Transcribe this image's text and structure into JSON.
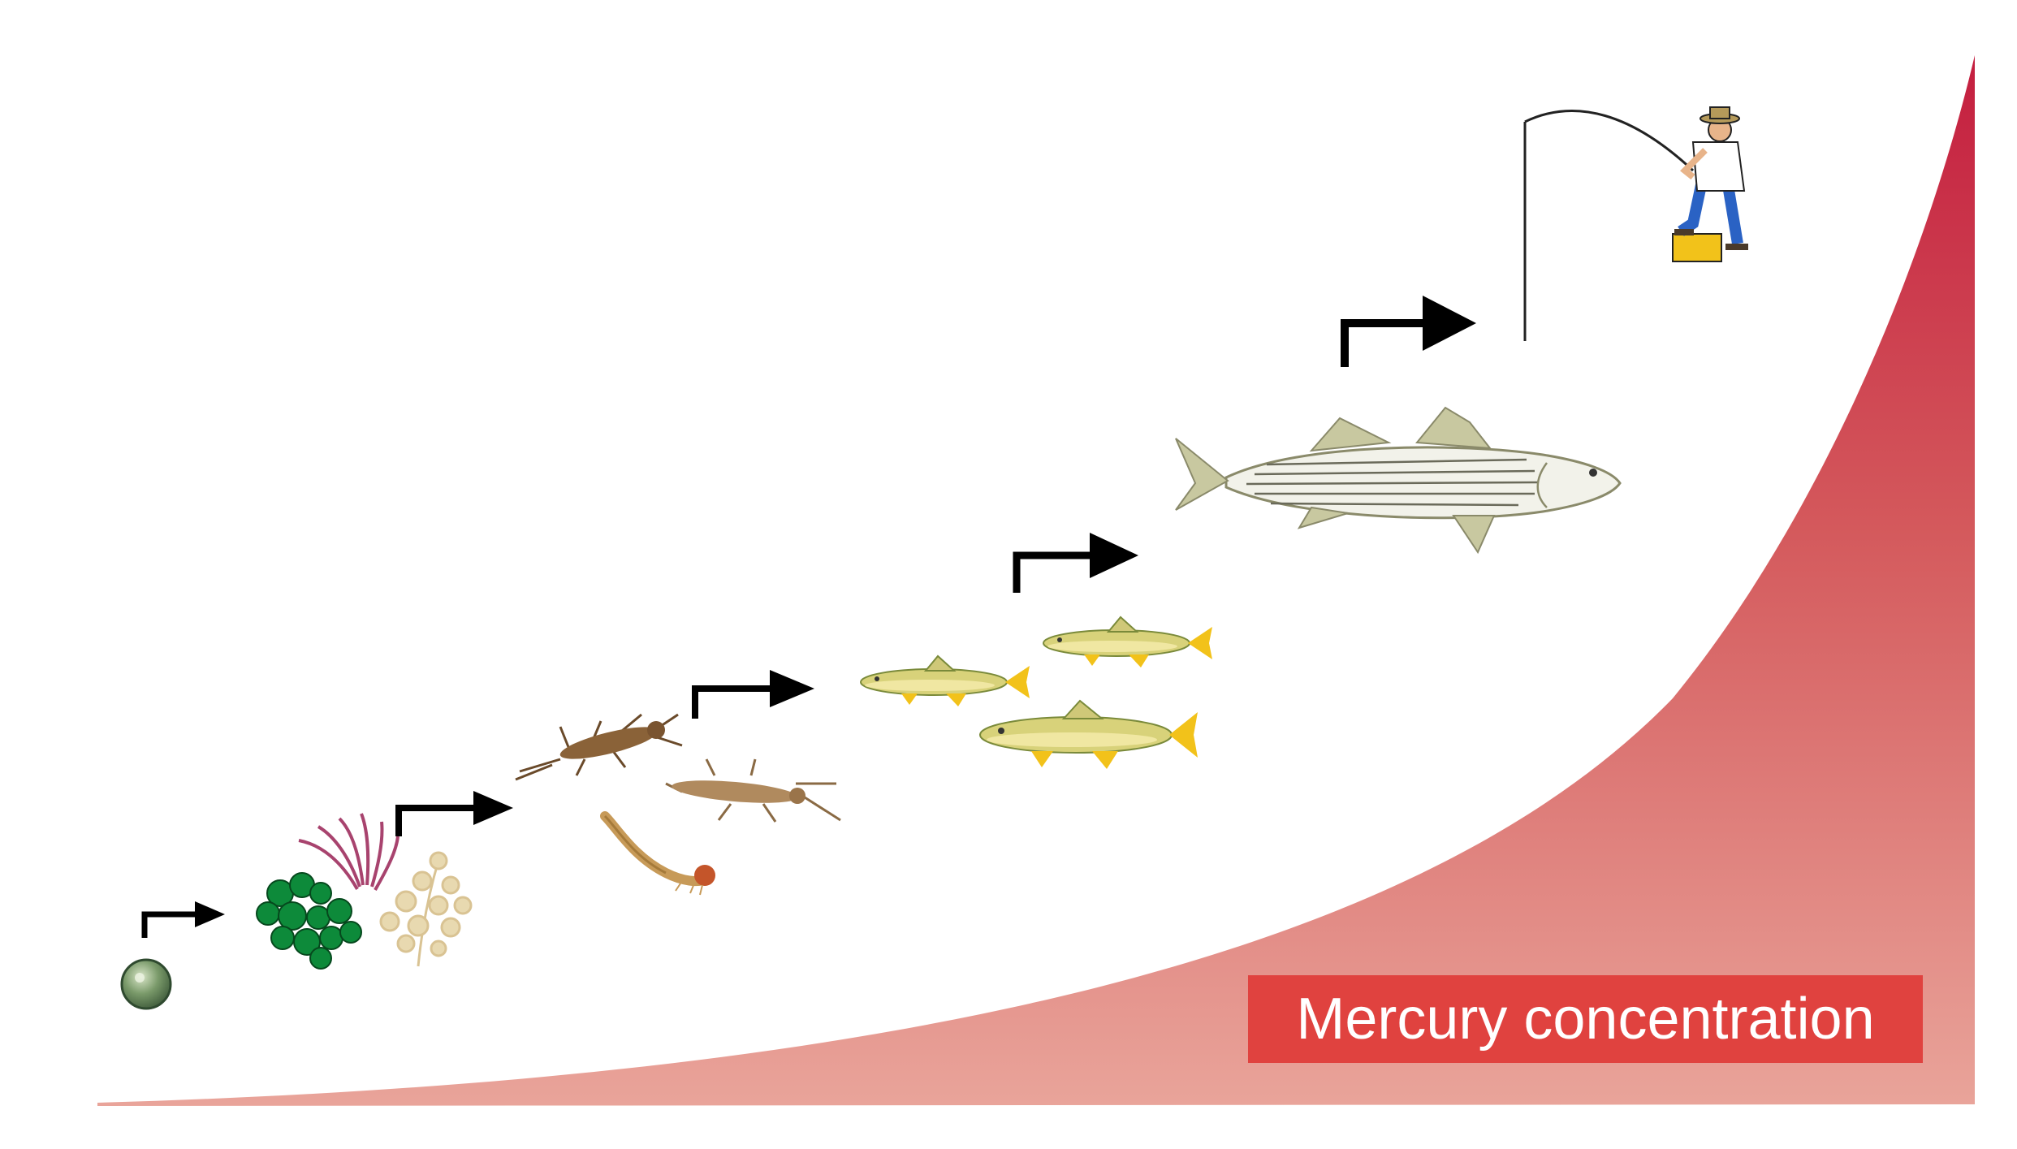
{
  "label": {
    "text": "Mercury concentration"
  },
  "colors": {
    "curve_top": "#c41e3f",
    "curve_bottom": "#e9a49a",
    "label_bg": "#e0423f",
    "arrow": "#000000",
    "trout_body": "#d8d27a",
    "trout_fins": "#f2c21a",
    "bass_body": "#f2f2ea"
  },
  "food_chain": [
    {
      "name": "phytoplankton"
    },
    {
      "name": "algae-and-aquatic-plants"
    },
    {
      "name": "aquatic-insect-larvae"
    },
    {
      "name": "small-trout"
    },
    {
      "name": "striped-bass"
    },
    {
      "name": "fisherman"
    }
  ]
}
